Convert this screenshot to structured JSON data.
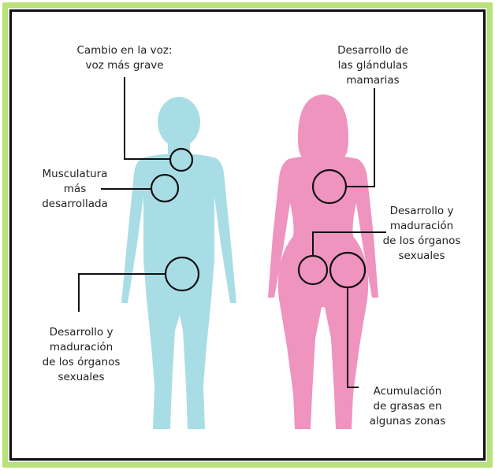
{
  "colors": {
    "male": "#a9dde6",
    "female": "#ef93bf",
    "frame_green": "#b9e27a",
    "frame_black": "#111111",
    "line": "#111111"
  },
  "labels": {
    "voice": "Cambio en la voz:\nvoz más grave",
    "muscle": "Musculatura\nmás\ndesarrollada",
    "male_organs": "Desarrollo y\nmaduración\nde los órganos\nsexuales",
    "mammary": "Desarrollo de\nlas glándulas\nmamarias",
    "female_organs": "Desarrollo y\nmaduración\nde los órganos\nsexuales",
    "fat": "Acumulación\nde grasas en\nalgunas zonas"
  }
}
